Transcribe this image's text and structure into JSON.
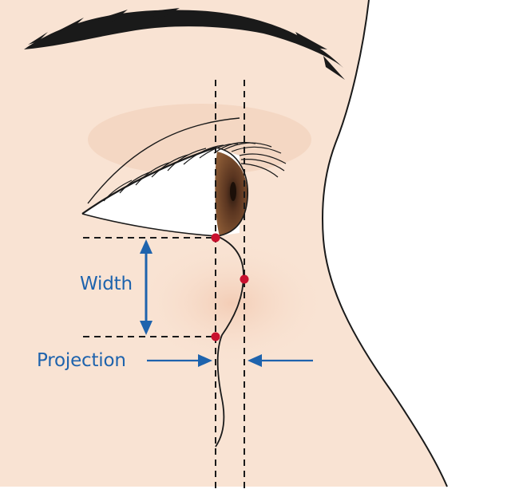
{
  "labels": {
    "width": "Width",
    "projection": "Projection"
  },
  "colors": {
    "skin": "#f9e3d3",
    "skin_shadow": "#f1cdb7",
    "outline": "#1a1a1a",
    "label_blue": "#1e63ad",
    "marker_red": "#c8102e",
    "iris": "#6b4226"
  },
  "icons": {
    "measure": "double-headed-arrow",
    "projection_left": "arrow-right",
    "projection_right": "arrow-left"
  }
}
